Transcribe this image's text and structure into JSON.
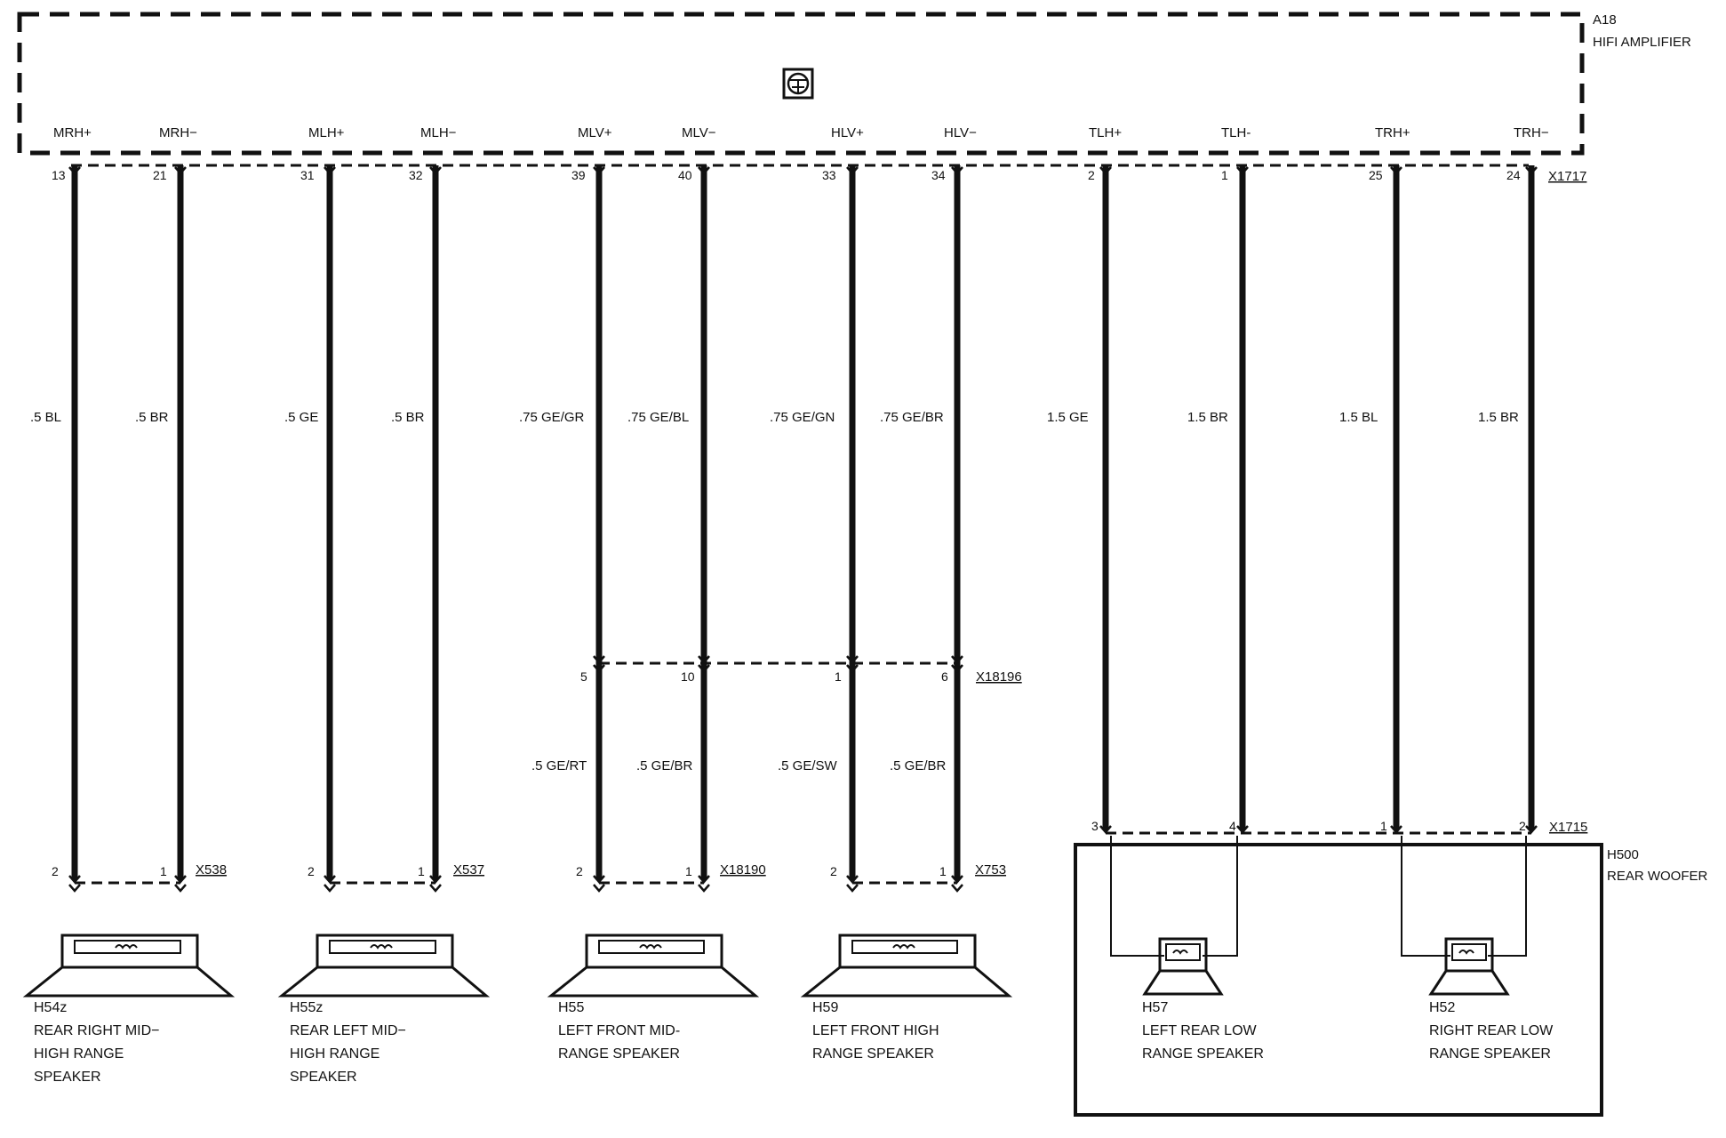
{
  "amplifier": {
    "id": "A18",
    "name": "HIFI AMPLIFIER",
    "connector": "X1717",
    "icon": "amplifier-symbol-icon"
  },
  "wires": [
    {
      "signal": "MRH+",
      "pin": "13",
      "color": ".5 BL"
    },
    {
      "signal": "MRH−",
      "pin": "21",
      "color": ".5 BR"
    },
    {
      "signal": "MLH+",
      "pin": "31",
      "color": ".5 GE"
    },
    {
      "signal": "MLH−",
      "pin": "32",
      "color": ".5 BR"
    },
    {
      "signal": "MLV+",
      "pin": "39",
      "color": ".75 GE/GR"
    },
    {
      "signal": "MLV−",
      "pin": "40",
      "color": ".75 GE/BL"
    },
    {
      "signal": "HLV+",
      "pin": "33",
      "color": ".75 GE/GN"
    },
    {
      "signal": "HLV−",
      "pin": "34",
      "color": ".75 GE/BR"
    },
    {
      "signal": "TLH+",
      "pin": "2",
      "color": "1.5 GE"
    },
    {
      "signal": "TLH-",
      "pin": "1",
      "color": "1.5 BR"
    },
    {
      "signal": "TRH+",
      "pin": "25",
      "color": "1.5 BL"
    },
    {
      "signal": "TRH−",
      "pin": "24",
      "color": "1.5 BR"
    }
  ],
  "intermediate_connector": {
    "id": "X18196",
    "pins": [
      "5",
      "10",
      "1",
      "6"
    ],
    "colors": [
      ".5 GE/RT",
      ".5 GE/BR",
      ".5 GE/SW",
      ".5 GE/BR"
    ]
  },
  "speaker_connectors": [
    {
      "id": "X538",
      "pins": [
        "2",
        "1"
      ]
    },
    {
      "id": "X537",
      "pins": [
        "2",
        "1"
      ]
    },
    {
      "id": "X18190",
      "pins": [
        "2",
        "1"
      ]
    },
    {
      "id": "X753",
      "pins": [
        "2",
        "1"
      ]
    }
  ],
  "woofer_connector": {
    "id": "X1715",
    "pins": [
      "3",
      "4",
      "1",
      "2"
    ]
  },
  "speakers": [
    {
      "id": "H54z",
      "lines": [
        "REAR RIGHT MID−",
        "HIGH RANGE",
        "SPEAKER"
      ]
    },
    {
      "id": "H55z",
      "lines": [
        "REAR LEFT MID−",
        "HIGH RANGE",
        "SPEAKER"
      ]
    },
    {
      "id": "H55",
      "lines": [
        "LEFT FRONT MID-",
        "RANGE SPEAKER"
      ]
    },
    {
      "id": "H59",
      "lines": [
        "LEFT FRONT HIGH",
        "RANGE SPEAKER"
      ]
    }
  ],
  "woofer_unit": {
    "id": "H500",
    "name": "REAR WOOFER",
    "speakers": [
      {
        "id": "H57",
        "lines": [
          "LEFT REAR LOW",
          "RANGE SPEAKER"
        ]
      },
      {
        "id": "H52",
        "lines": [
          "RIGHT REAR LOW",
          "RANGE SPEAKER"
        ]
      }
    ]
  }
}
